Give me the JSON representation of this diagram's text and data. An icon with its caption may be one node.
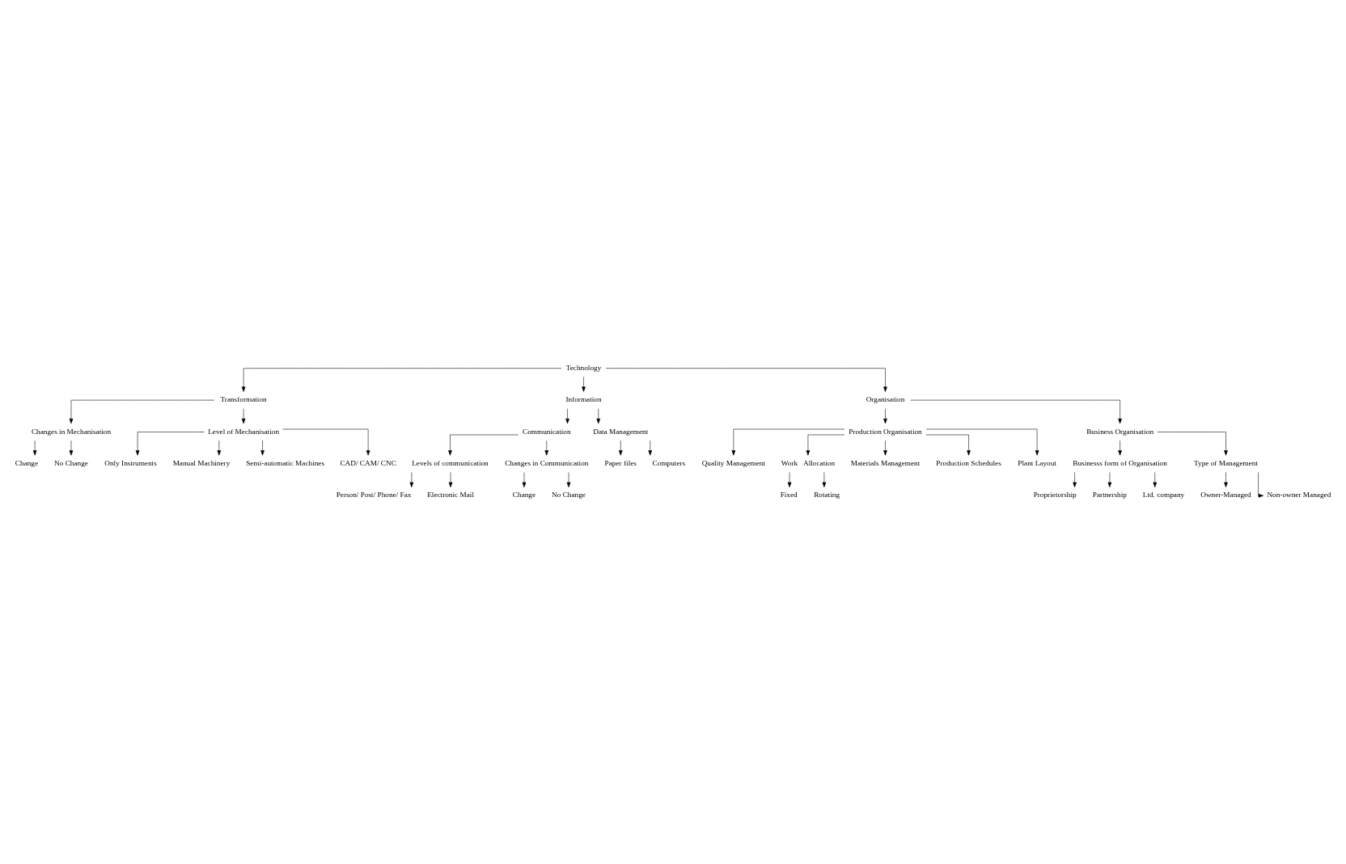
{
  "diagram": {
    "nodes": [
      {
        "text": [
          "Technology"
        ]
      },
      {
        "text": [
          "Transformation"
        ]
      },
      {
        "text": [
          "Information"
        ]
      },
      {
        "text": [
          "Organisation"
        ]
      },
      {
        "text": [
          "Changes in Mechanisation"
        ]
      },
      {
        "text": [
          "Change"
        ]
      },
      {
        "text": [
          "No Change"
        ]
      },
      {
        "text": [
          "Level of Mechanisation"
        ]
      },
      {
        "text": [
          "Only Instruments"
        ]
      },
      {
        "text": [
          "Manual Machinery"
        ]
      },
      {
        "text": [
          "Semi-automatic Machines"
        ]
      },
      {
        "text": [
          "CAD/ CAM/ CNC"
        ]
      },
      {
        "text": [
          "Communication"
        ]
      },
      {
        "text": [
          "Data Management"
        ]
      },
      {
        "text": [
          "Levels of communication"
        ]
      },
      {
        "text": [
          "Changes in Communication"
        ]
      },
      {
        "text": [
          "Change"
        ]
      },
      {
        "text": [
          "No Change"
        ]
      },
      {
        "text": [
          "Person/ Post/ Phone/ Fax"
        ]
      },
      {
        "text": [
          "Electronic Mail"
        ]
      },
      {
        "text": [
          "Paper files"
        ]
      },
      {
        "text": [
          "Computers"
        ]
      },
      {
        "text": [
          "Production Organisation"
        ]
      },
      {
        "text": [
          "Business Organisation"
        ]
      },
      {
        "text": [
          "Quality Management"
        ]
      },
      {
        "text": [
          "Work   Allocation"
        ]
      },
      {
        "text": [
          "Fixed"
        ]
      },
      {
        "text": [
          "Rotating"
        ]
      },
      {
        "text": [
          "Materials Management"
        ]
      },
      {
        "text": [
          "Production Schedules"
        ]
      },
      {
        "text": [
          "Plant Layout"
        ]
      },
      {
        "text": [
          "Businesss form of Organisation"
        ]
      },
      {
        "text": [
          "Proprietorship"
        ]
      },
      {
        "text": [
          "Partnership"
        ]
      },
      {
        "text": [
          "Ltd. company"
        ]
      },
      {
        "text": [
          "Type of Management"
        ]
      },
      {
        "text": [
          "Owner-Managed"
        ]
      },
      {
        "text": [
          "Non-owner Managed"
        ]
      }
    ],
    "edges": [
      {
        "from": 0,
        "to": 1,
        "arrow": "to"
      },
      {
        "from": 0,
        "to": 3,
        "arrow": "to"
      },
      {
        "from": 0,
        "to": 2,
        "arrow": "to"
      },
      {
        "from": 1,
        "to": 7,
        "arrow": "to"
      },
      {
        "from": 1,
        "to": 4,
        "arrow": "to"
      },
      {
        "from": 4,
        "to": 5,
        "arrow": "to"
      },
      {
        "from": 4,
        "to": 6,
        "arrow": "to"
      },
      {
        "from": 7,
        "to": 8,
        "arrow": "to"
      },
      {
        "from": 7,
        "to": 9,
        "arrow": "to"
      },
      {
        "from": 7,
        "to": 10,
        "arrow": "to"
      },
      {
        "from": 7,
        "to": 11,
        "arrow": "to"
      },
      {
        "from": 2,
        "to": 12,
        "arrow": "to"
      },
      {
        "from": 2,
        "to": 13,
        "arrow": "to"
      },
      {
        "from": 12,
        "to": 14,
        "arrow": "to"
      },
      {
        "from": 12,
        "to": 15,
        "arrow": "to"
      },
      {
        "from": 15,
        "to": 16,
        "arrow": "to"
      },
      {
        "from": 15,
        "to": 17,
        "arrow": "to"
      },
      {
        "from": 14,
        "to": 18,
        "arrow": "to"
      },
      {
        "from": 14,
        "to": 19,
        "arrow": "to"
      },
      {
        "from": 13,
        "to": 20,
        "arrow": "to"
      },
      {
        "from": 13,
        "to": 21,
        "arrow": "to"
      },
      {
        "from": 3,
        "to": 22,
        "arrow": "to"
      },
      {
        "from": 3,
        "to": 23,
        "arrow": "to"
      },
      {
        "from": 22,
        "to": 24,
        "arrow": "to"
      },
      {
        "from": 22,
        "to": 25,
        "arrow": "to"
      },
      {
        "from": 22,
        "to": 28,
        "arrow": "to"
      },
      {
        "from": 22,
        "to": 29,
        "arrow": "to"
      },
      {
        "from": 22,
        "to": 30,
        "arrow": "to"
      },
      {
        "from": 25,
        "to": 26,
        "arrow": "to"
      },
      {
        "from": 25,
        "to": 27,
        "arrow": "to"
      },
      {
        "from": 23,
        "to": 31,
        "arrow": "to"
      },
      {
        "from": 23,
        "to": 35,
        "arrow": "to"
      },
      {
        "from": 31,
        "to": 32,
        "arrow": "to"
      },
      {
        "from": 31,
        "to": 33,
        "arrow": "to"
      },
      {
        "from": 31,
        "to": 34,
        "arrow": "to"
      },
      {
        "from": 35,
        "to": 36,
        "arrow": "to"
      },
      {
        "from": 35,
        "to": 37,
        "arrow": "to"
      }
    ]
  }
}
